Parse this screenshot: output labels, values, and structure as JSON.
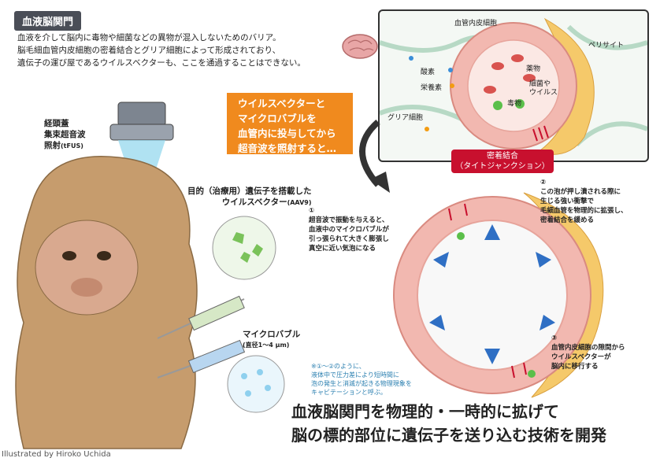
{
  "title": "血液脳関門",
  "description": [
    "血液を介して脳内に毒物や細菌などの異物が混入しないためのバリア。",
    "脳毛細血管内皮細胞の密着結合とグリア細胞によって形成されており、",
    "遺伝子の運び屋であるウイルスベクターも、ここを通過することはできない。"
  ],
  "inset": {
    "endothelial": "血管内皮細胞",
    "pericyte": "ペリサイト",
    "oxygen": "酸素",
    "nutrients": "栄養素",
    "drug": "薬物",
    "bacteria_virus": [
      "細菌や",
      "ウイルス"
    ],
    "toxin": "毒物",
    "glia": "グリア細胞",
    "tight_junction": [
      "密着結合",
      "（タイトジャンクション）"
    ]
  },
  "instruction": [
    "ウイルスベクターと",
    "マイクロバブルを",
    "血管内に投与してから",
    "超音波を照射すると…"
  ],
  "tfus": [
    "経頭蓋",
    "集束超音波",
    "照射"
  ],
  "tfus_abbr": "(tFUS)",
  "vector": [
    "目的（治療用）遺伝子を搭載した",
    "ウイルスベクター"
  ],
  "vector_abbr": "(AAV9)",
  "microbubble": "マイクロバブル",
  "microbubble_size": "(直径1〜4 μm)",
  "steps": [
    {
      "num": "①",
      "text": [
        "超音波で振動を与えると、",
        "血液中のマイクロバブルが",
        "引っ張られて大きく膨張し",
        "真空に近い気泡になる"
      ]
    },
    {
      "num": "②",
      "text": [
        "この泡が押し潰される際に",
        "生じる強い衝撃で",
        "毛細血管を物理的に拡張し、",
        "密着結合を緩める"
      ]
    },
    {
      "num": "③",
      "text": [
        "血管内皮細胞の隙間から",
        "ウイルスベクターが",
        "脳内に移行する"
      ]
    }
  ],
  "note": [
    "※①〜②のように、",
    "液体中で圧力差により短時間に",
    "泡の発生と消滅が起きる物理現象を",
    "キャビテーションと呼ぶ。"
  ],
  "headline": [
    "血液脳関門を物理的・一時的に拡げて",
    "脳の標的部位に遺伝子を送り込む技術を開発"
  ],
  "credit": "Illustrated by Hiroko Uchida",
  "colors": {
    "orange": "#f08a1e",
    "red": "#c8102e",
    "arrow_blue": "#2f6fc4",
    "vessel_pink": "#f2b8b0",
    "pericyte_yellow": "#f5c96a"
  }
}
